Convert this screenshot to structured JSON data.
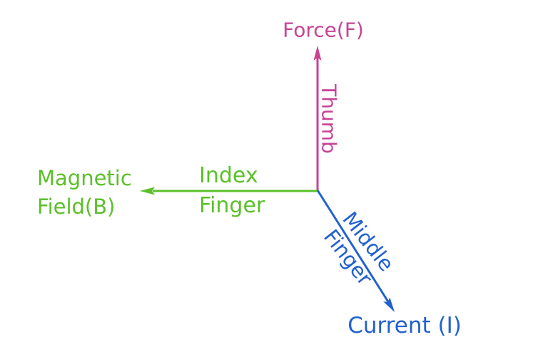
{
  "colors": {
    "force": "#c84394",
    "magnetic_field": "#5bc029",
    "current": "#2261ce",
    "background": "#ffffff"
  },
  "arrows": {
    "force": {
      "quantity_label": "Force(F)",
      "finger_label": "Thumb"
    },
    "magnetic_field": {
      "quantity_label_line1": "Magnetic",
      "quantity_label_line2": "Field(B)",
      "finger_label_line1": "Index",
      "finger_label_line2": "Finger"
    },
    "current": {
      "quantity_label": "Current (I)",
      "finger_label_line1": "Middle",
      "finger_label_line2": "Finger"
    }
  }
}
